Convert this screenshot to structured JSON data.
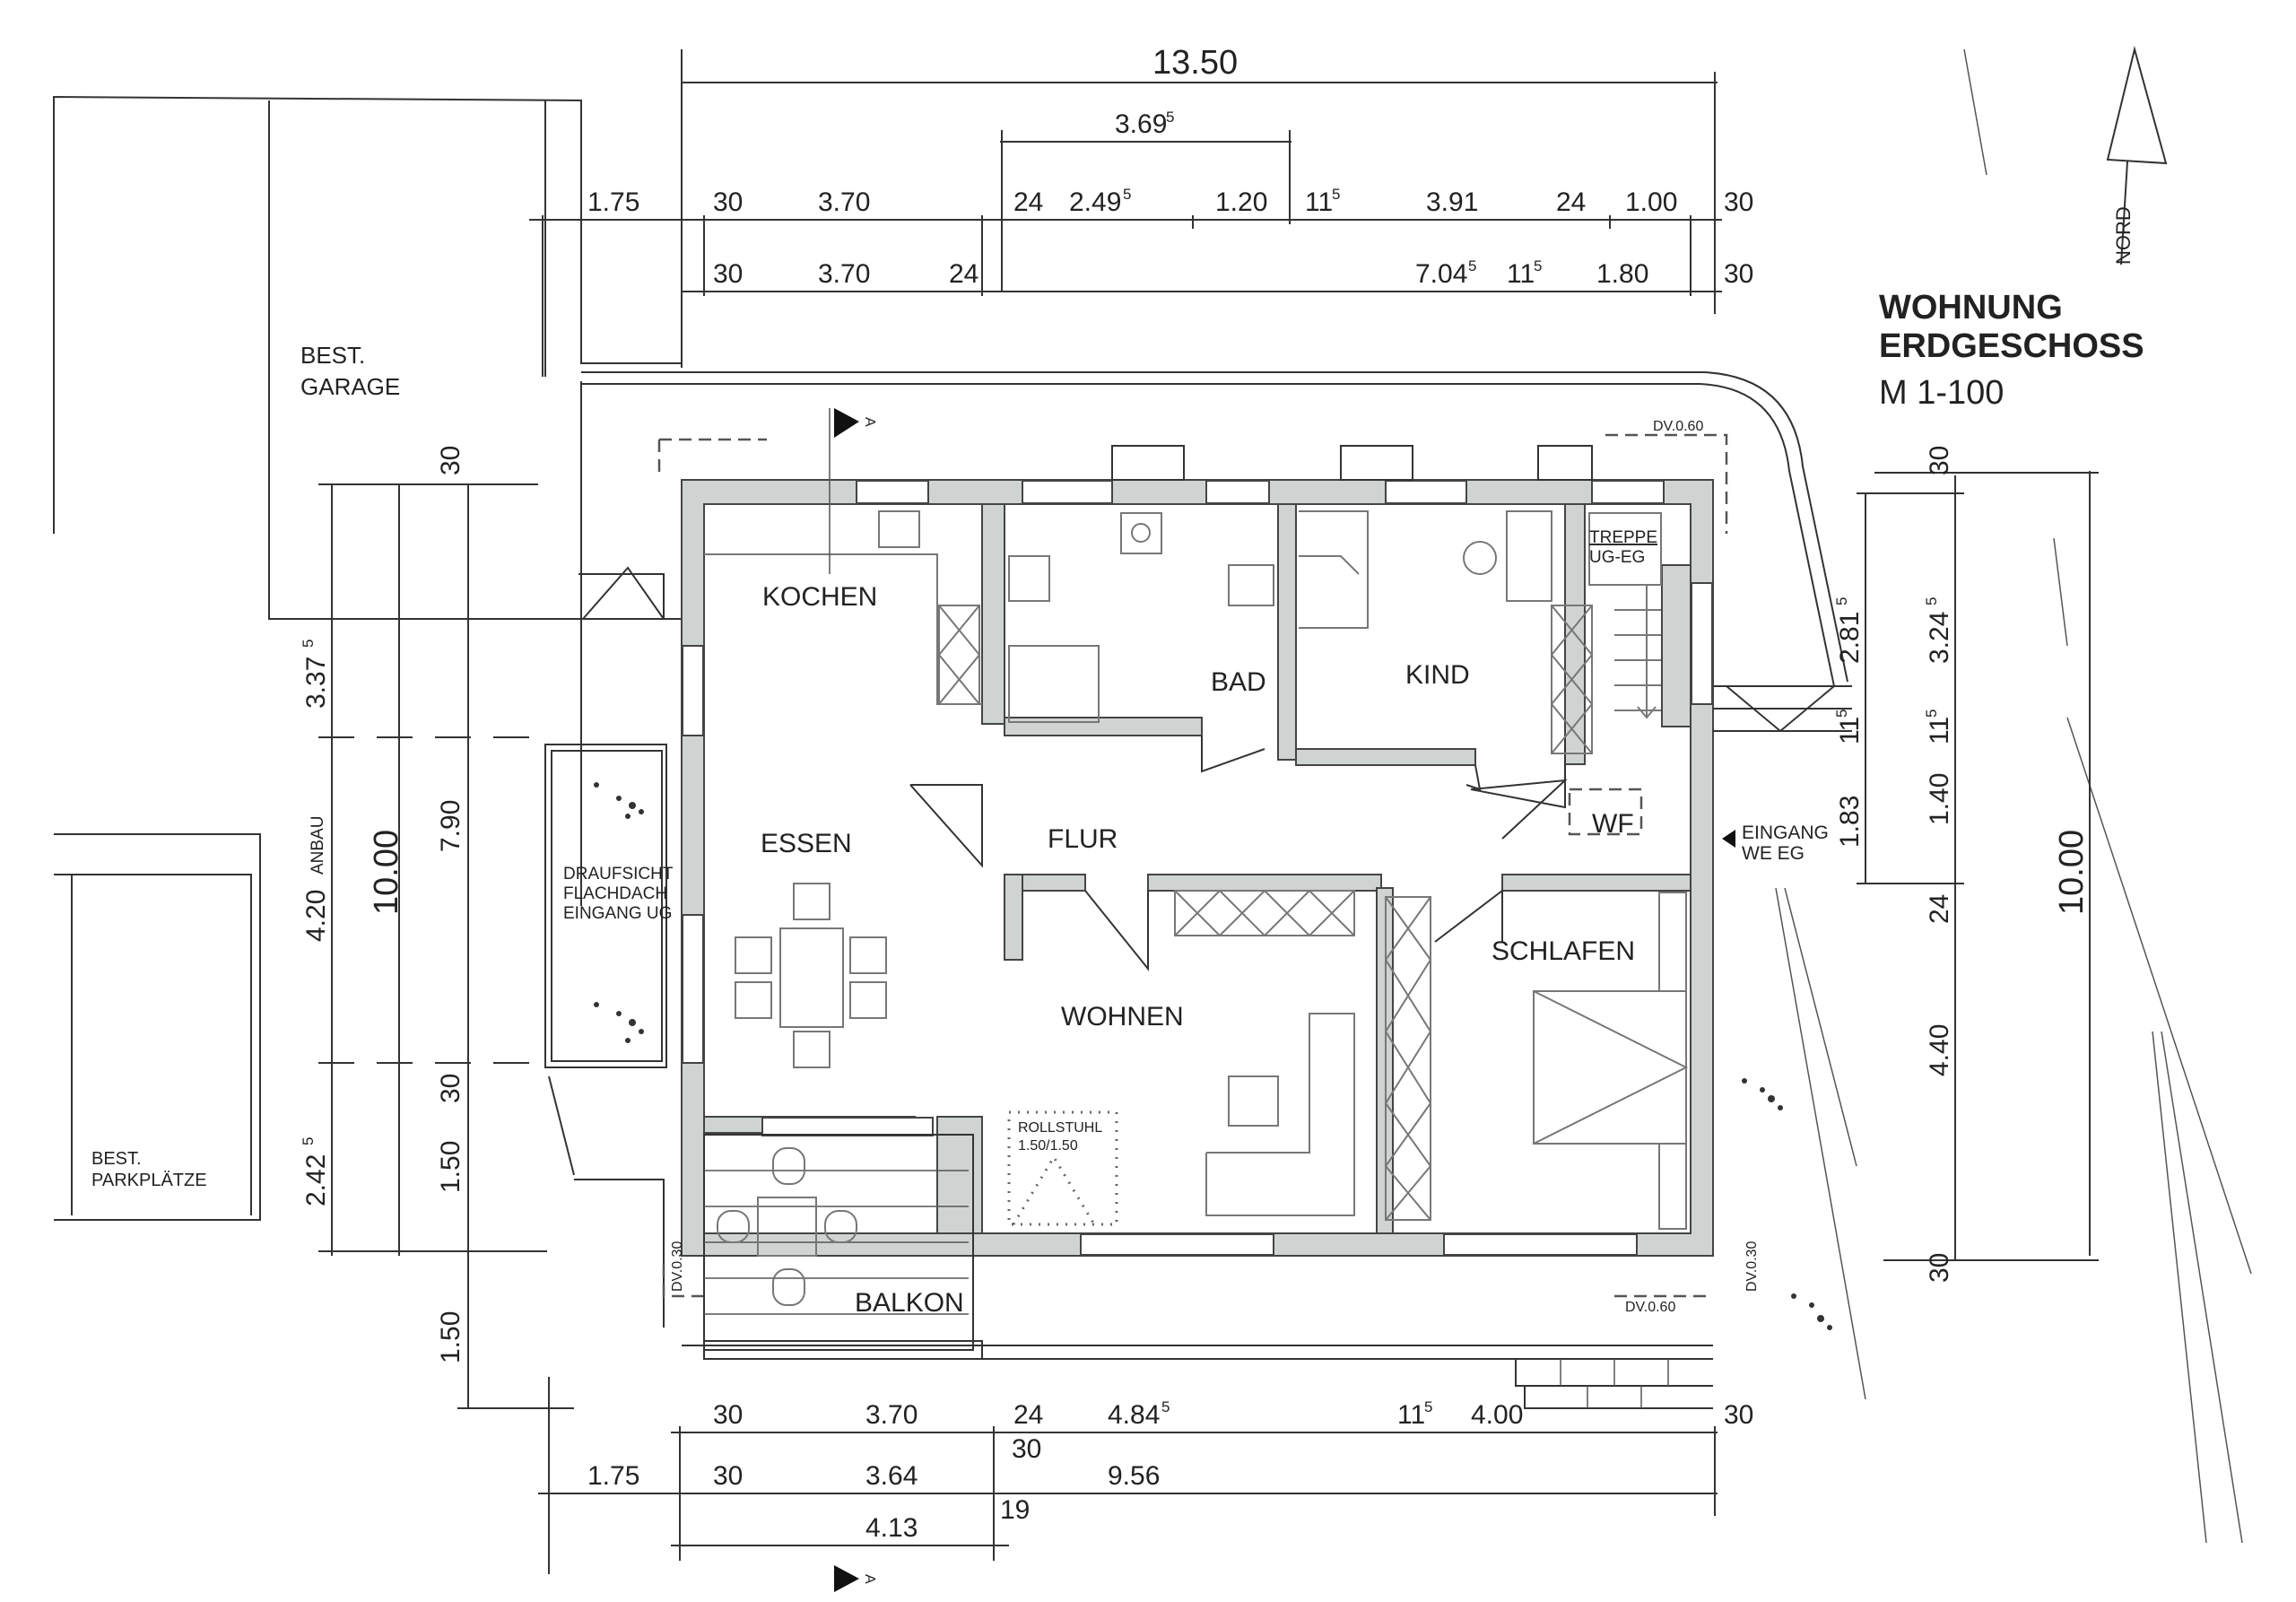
{
  "title": {
    "line1": "WOHNUNG",
    "line2": "ERDGESCHOSS",
    "scale": "M 1-100",
    "north_label": "NORD"
  },
  "rooms": {
    "kochen": "KOCHEN",
    "bad": "BAD",
    "kind": "KIND",
    "essen": "ESSEN",
    "flur": "FLUR",
    "wohnen": "WOHNEN",
    "schlafen": "SCHLAFEN",
    "balkon": "BALKON",
    "wf": "WF"
  },
  "labels": {
    "garage_1": "BEST.",
    "garage_2": "GARAGE",
    "parking_1": "BEST.",
    "parking_2": "PARKPLÄTZE",
    "flat_roof_1": "DRAUFSICHT",
    "flat_roof_2": "FLACHDACH",
    "flat_roof_3": "EINGANG UG",
    "stairs_1": "TREPPE",
    "stairs_2": "UG-EG",
    "entrance_1": "EINGANG",
    "entrance_2": "WE EG",
    "wheelchair_1": "ROLLSTUHL",
    "wheelchair_2": "1.50/1.50",
    "dv_top": "DV.0.60",
    "dv_left": "DV.0.30",
    "dv_right": "DV.0.30",
    "dv_bottom": "DV.0.60",
    "section_a_top": "A",
    "section_a_bottom": "A",
    "anbau": "ANBAU"
  },
  "dimensions": {
    "top_overall": "13.50",
    "top_mid": {
      "base": "3.69",
      "sup": "5"
    },
    "top_row1": [
      {
        "base": "1.75"
      },
      {
        "base": "30"
      },
      {
        "base": "3.70"
      },
      {
        "base": "24"
      },
      {
        "base": "2.49",
        "sup": "5"
      },
      {
        "base": "1.20"
      },
      {
        "base": "11",
        "sup": "5"
      },
      {
        "base": "3.91"
      },
      {
        "base": "24"
      },
      {
        "base": "1.00"
      },
      {
        "base": "30"
      }
    ],
    "top_row2": [
      {
        "base": "30"
      },
      {
        "base": "3.70"
      },
      {
        "base": "24"
      },
      {
        "base": "7.04",
        "sup": "5"
      },
      {
        "base": "11",
        "sup": "5"
      },
      {
        "base": "1.80"
      },
      {
        "base": "30"
      }
    ],
    "bottom_row1": [
      {
        "base": "30"
      },
      {
        "base": "3.70"
      },
      {
        "base": "24"
      },
      {
        "base": "4.84",
        "sup": "5"
      },
      {
        "base": "11",
        "sup": "5"
      },
      {
        "base": "4.00"
      },
      {
        "base": "30"
      }
    ],
    "bottom_row2": [
      {
        "base": "1.75"
      },
      {
        "base": "30"
      },
      {
        "base": "3.64"
      },
      {
        "base": "30"
      },
      {
        "base": "9.56"
      }
    ],
    "bottom_row3": [
      {
        "base": "4.13"
      },
      {
        "base": "19"
      }
    ],
    "left": {
      "d1": {
        "base": "3.37",
        "sup": "5"
      },
      "d2": "4.20",
      "d3": {
        "base": "2.42",
        "sup": "5"
      },
      "overall": "10.00",
      "d4": "30",
      "d5": "7.90",
      "d6": "30",
      "d7": "1.50",
      "d8": "1.50"
    },
    "right": {
      "r1": {
        "base": "2.81",
        "sup": "5"
      },
      "r2": {
        "base": "11",
        "sup": "5"
      },
      "r3": "1.83",
      "s0": "30",
      "s1": {
        "base": "3.24",
        "sup": "5"
      },
      "s2": {
        "base": "11",
        "sup": "5"
      },
      "s3": "1.40",
      "s4": "24",
      "s5": "4.40",
      "s6": "30",
      "overall": "10.00"
    }
  },
  "colors": {
    "wall_fill": "#cfd4d2",
    "line": "#333333",
    "background": "#ffffff"
  }
}
